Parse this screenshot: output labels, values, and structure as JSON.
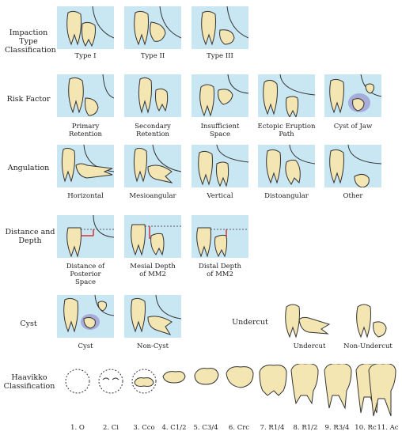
{
  "rows": {
    "impaction": {
      "label": "Impaction\nType\nClassification",
      "items": [
        "Type I",
        "Type II",
        "Type III"
      ]
    },
    "risk": {
      "label": "Risk Factor",
      "items": [
        "Primary\nRetention",
        "Secondary\nRetention",
        "Insufficient\nSpace",
        "Ectopic Eruption\nPath",
        "Cyst of Jaw"
      ]
    },
    "angulation": {
      "label": "Angulation",
      "items": [
        "Horizontal",
        "Mesioangular",
        "Vertical",
        "Distoangular",
        "Other"
      ]
    },
    "distance": {
      "label": "Distance and\nDepth",
      "items": [
        "Distance of\nPosterior\nSpace",
        "Mesial Depth\nof MM2",
        "Distal Depth\nof MM2"
      ]
    },
    "cyst": {
      "label": "Cyst",
      "items": [
        "Cyst",
        "Non-Cyst"
      ]
    },
    "undercut": {
      "label": "Undercut",
      "items": [
        "Undercut",
        "Non-Undercut"
      ]
    },
    "haavikko": {
      "label": "Haavikko\nClassification",
      "stages": [
        "1. O",
        "2. Ci",
        "3. Cco",
        "4. C1/2",
        "5. C3/4",
        "6. Crc",
        "7. R1/4",
        "8. R1/2",
        "9. R3/4",
        "10. Rc",
        "11. Ac"
      ]
    }
  },
  "colors": {
    "panel": "#c9e6f3",
    "tooth": "#f3e6b3",
    "outline": "#333333",
    "cyst": "#9a9ad0",
    "marker": "#d8262a"
  }
}
